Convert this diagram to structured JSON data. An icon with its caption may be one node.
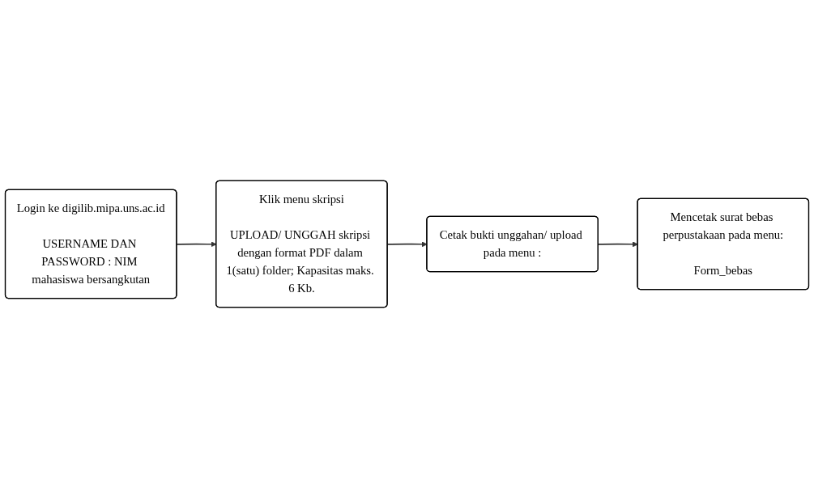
{
  "diagram": {
    "nodes": [
      {
        "text": [
          "Login ke digilib.mipa.uns.ac.id",
          "USERNAME DAN PASSWORD : NIM mahasiswa bersangkutan"
        ]
      },
      {
        "text": [
          "Klik menu skripsi",
          "UPLOAD/ UNGGAH skripsi dengan format PDF dalam 1(satu) folder; Kapasitas maks. 6 Kb."
        ]
      },
      {
        "text": [
          "Cetak bukti unggahan/ upload pada menu :"
        ]
      },
      {
        "text": [
          "Mencetak surat bebas perpustakaan pada menu:",
          "Form_bebas"
        ]
      }
    ],
    "edges": [
      {
        "from": 0,
        "to": 1,
        "arrow": "to"
      },
      {
        "from": 1,
        "to": 2,
        "arrow": "to"
      },
      {
        "from": 2,
        "to": 3,
        "arrow": "to"
      }
    ]
  }
}
